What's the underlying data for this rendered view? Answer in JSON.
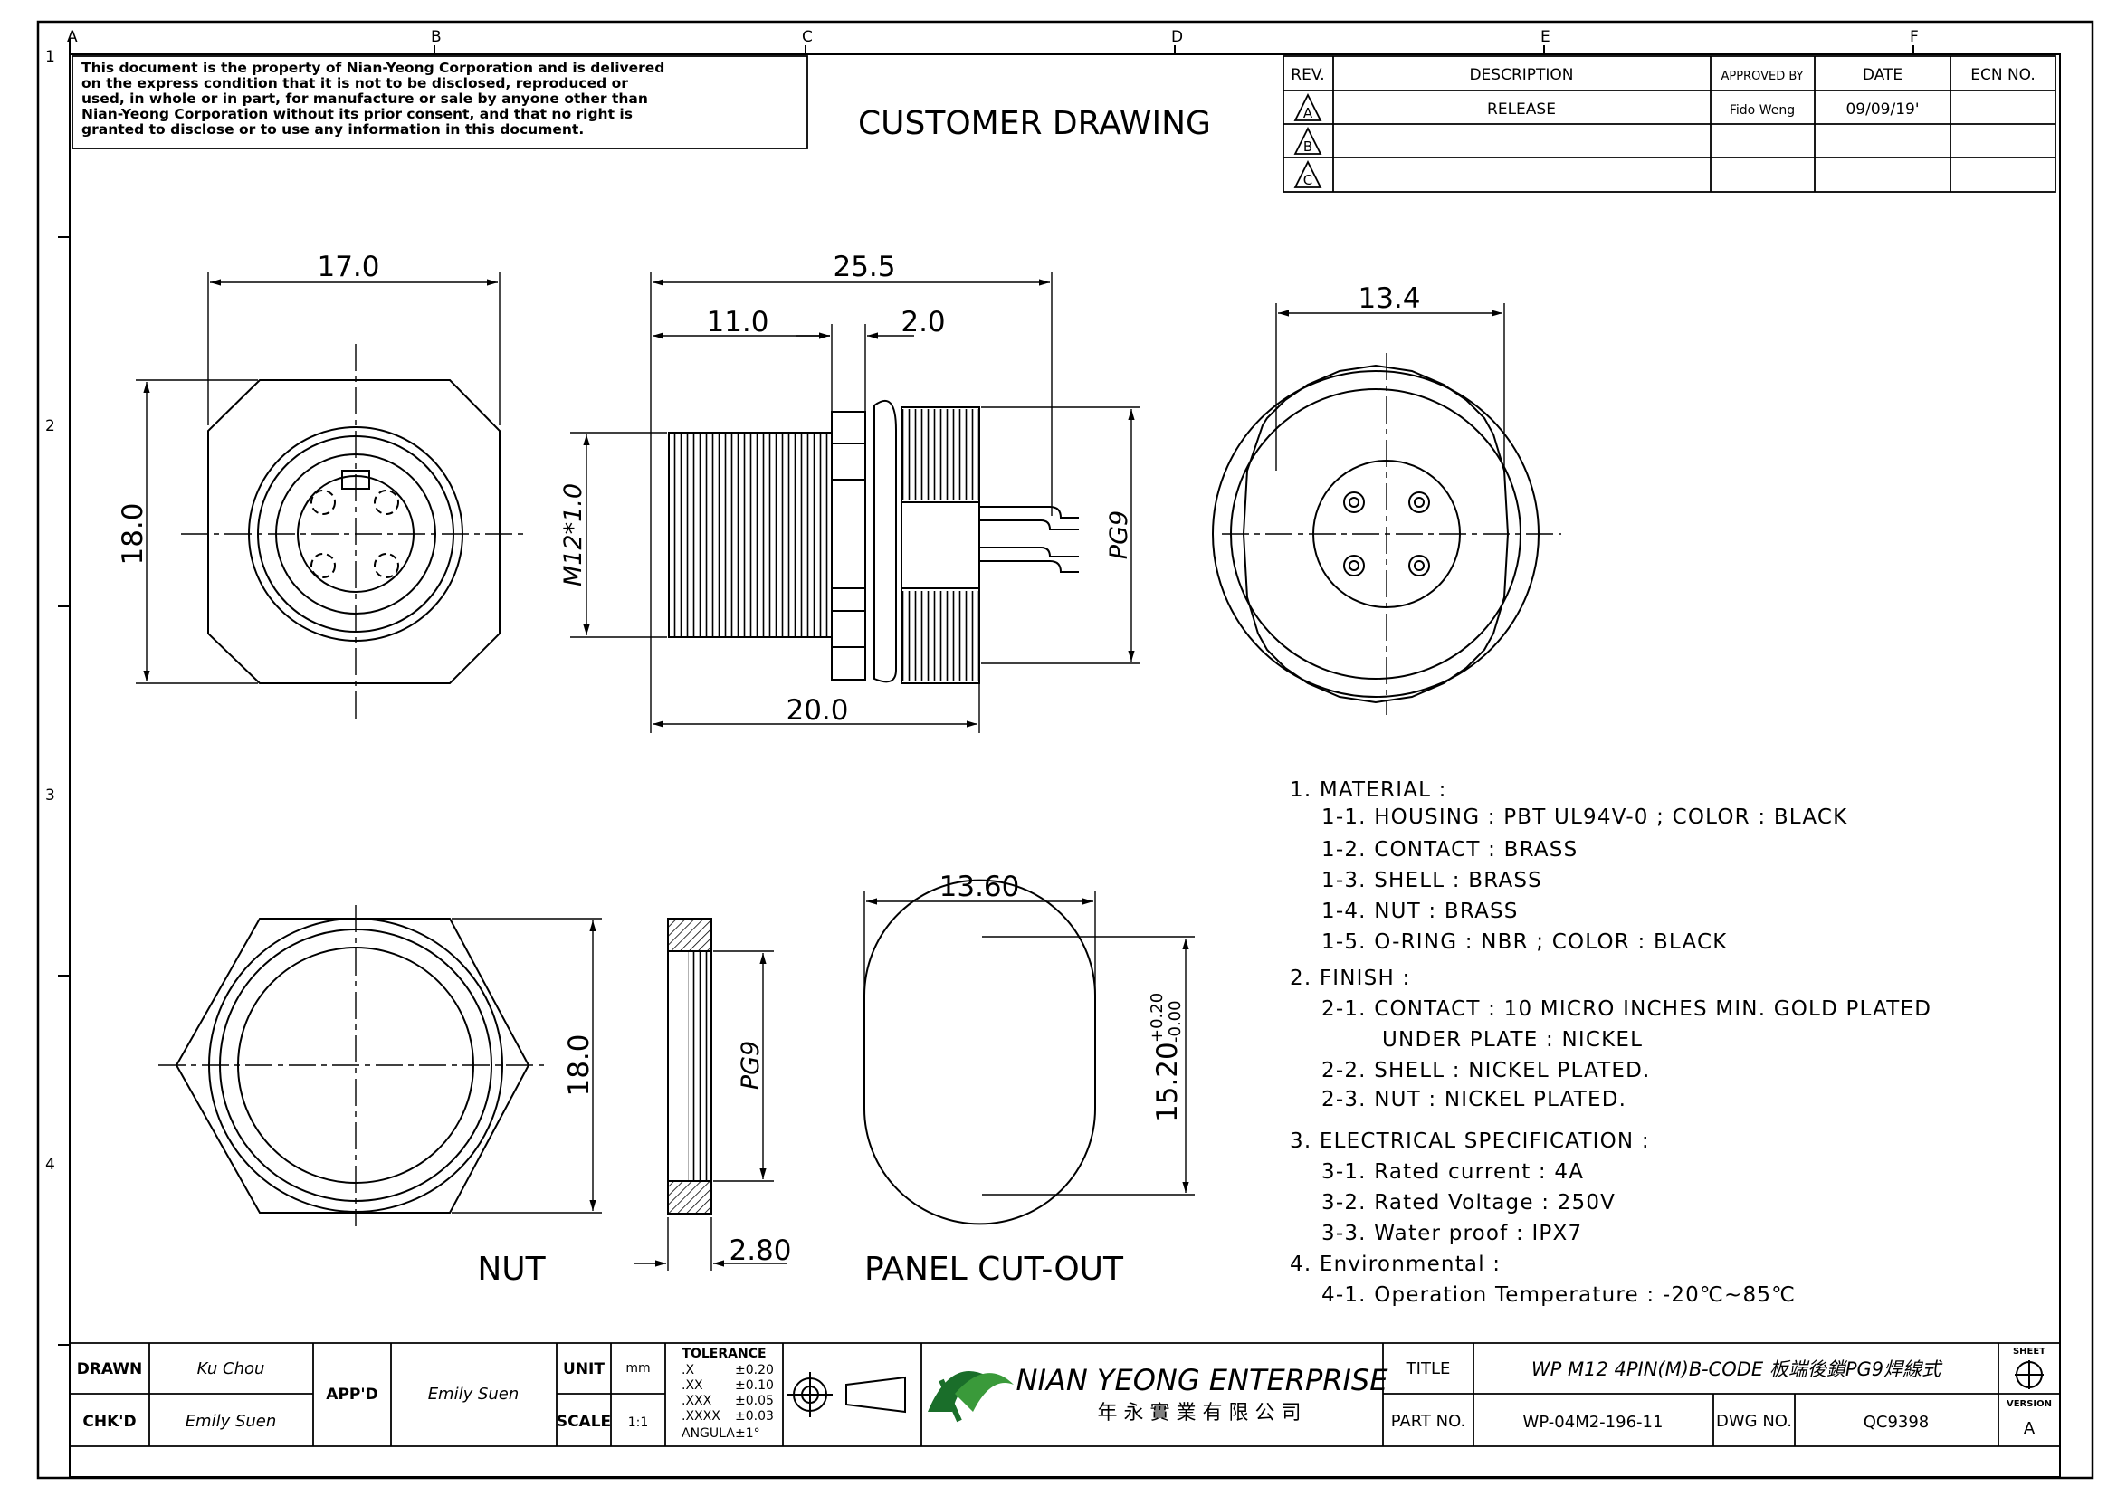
{
  "grid": {
    "cols": [
      "A",
      "B",
      "C",
      "D",
      "E",
      "F"
    ],
    "rows": [
      "1",
      "2",
      "3",
      "4"
    ]
  },
  "notice": [
    "This document is the property of Nian-Yeong Corporation and is delivered",
    "on  the  express condition that it is not to be disclosed, reproduced or",
    "used, in whole or in part, for manufacture or sale by anyone other than",
    "Nian-Yeong Corporation without  its prior consent, and that  no right  is",
    "granted to disclose or to use any information in this  document."
  ],
  "drawing_title": "CUSTOMER  DRAWING",
  "revision_table": {
    "headers": [
      "REV.",
      "DESCRIPTION",
      "APPROVED BY",
      "DATE",
      "ECN NO."
    ],
    "rows": [
      {
        "rev": "A",
        "description": "RELEASE",
        "approved_by": "Fido Weng",
        "date": "09/09/19'",
        "ecn": ""
      },
      {
        "rev": "B",
        "description": "",
        "approved_by": "",
        "date": "",
        "ecn": ""
      },
      {
        "rev": "C",
        "description": "",
        "approved_by": "",
        "date": "",
        "ecn": ""
      }
    ]
  },
  "dimensions": {
    "front_width": "17.0",
    "front_height": "18.0",
    "side_total": "25.5",
    "side_thread": "11.0",
    "side_flange": "2.0",
    "side_body": "20.0",
    "side_thread_label": "M12*1.0",
    "side_pg_label": "PG9",
    "rear_width": "13.4",
    "nut_height": "18.0",
    "nut_thread_label": "PG9",
    "nut_thickness": "2.80",
    "cutout_width": "13.60",
    "cutout_height": "15.20",
    "cutout_tol_plus": "+0.20",
    "cutout_tol_minus": "-0.00"
  },
  "captions": {
    "nut": "NUT",
    "cutout": "PANEL  CUT-OUT"
  },
  "notes": [
    "1. MATERIAL :",
    "1-1. HOUSING : PBT UL94V-0 ; COLOR : BLACK",
    "1-2. CONTACT : BRASS",
    "1-3. SHELL : BRASS",
    "1-4. NUT : BRASS",
    "1-5. O-RING : NBR ; COLOR : BLACK",
    "2. FINISH :",
    "2-1. CONTACT : 10 MICRO INCHES MIN. GOLD PLATED",
    "UNDER PLATE : NICKEL",
    "2-2. SHELL : NICKEL PLATED.",
    "2-3. NUT : NICKEL PLATED.",
    "3. ELECTRICAL SPECIFICATION :",
    "3-1. Rated current : 4A",
    "3-2. Rated Voltage : 250V",
    "3-3. Water proof : IPX7",
    "4. Environmental :",
    "4-1. Operation Temperature : -20℃~85℃"
  ],
  "title_block": {
    "drawn_label": "DRAWN",
    "drawn_value": "Ku Chou",
    "chkd_label": "CHK'D",
    "chkd_value": "Emily Suen",
    "appd_label": "APP'D",
    "appd_value": "Emily Suen",
    "unit_label": "UNIT",
    "unit_value": "mm",
    "scale_label": "SCALE",
    "scale_value": "1:1",
    "tolerance_title": "TOLERANCE",
    "tolerance_rows": [
      {
        "k": ".X",
        "v": "±0.20"
      },
      {
        "k": ".XX",
        "v": "±0.10"
      },
      {
        "k": ".XXX",
        "v": "±0.05"
      },
      {
        "k": ".XXXX",
        "v": "±0.03"
      },
      {
        "k": "ANGULA",
        "v": "±1°"
      }
    ],
    "company_name": "NIAN YEONG ENTERPRISE",
    "company_name_cn": "年 永 實 業 有 限 公 司",
    "title_label": "TITLE",
    "title_value": "WP  M12  4PIN(M)B-CODE  板端後鎖PG9焊線式",
    "part_label": "PART NO.",
    "part_value": "WP-04M2-196-11",
    "dwg_label": "DWG NO.",
    "dwg_value": "QC9398",
    "sheet_label": "SHEET",
    "version_label": "VERSION",
    "version_value": "A"
  }
}
